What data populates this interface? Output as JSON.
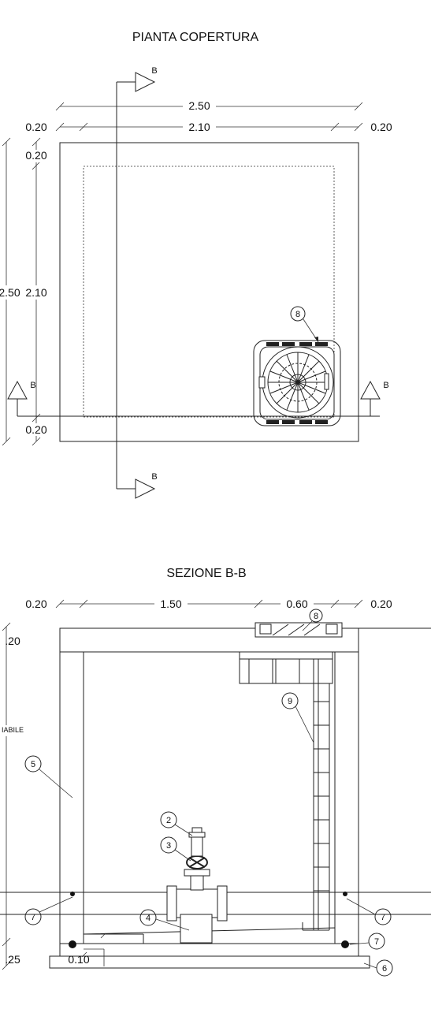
{
  "plan": {
    "title": "PIANTA COPERTURA",
    "section_marker": "B",
    "dims": {
      "top_overall": "2.50",
      "top_inner": "2.10",
      "left_wall": "0.20",
      "right_wall": "0.20",
      "left_top_wall": "0.20",
      "left_overall": "2.50",
      "left_inner": "2.10",
      "left_bottom_wall": "0.20"
    },
    "callouts": [
      "8"
    ]
  },
  "section": {
    "title": "SEZIONE B-B",
    "dims": {
      "left_wall": "0.20",
      "middle": "1.50",
      "hatch": "0.60",
      "right_wall": "0.20",
      "top_slab": ".20",
      "height": "IABILE",
      "base": ".25",
      "step": "0.10"
    },
    "callouts": [
      "8",
      "9",
      "5",
      "2",
      "3",
      "4",
      "7",
      "7",
      "7",
      "6"
    ]
  }
}
